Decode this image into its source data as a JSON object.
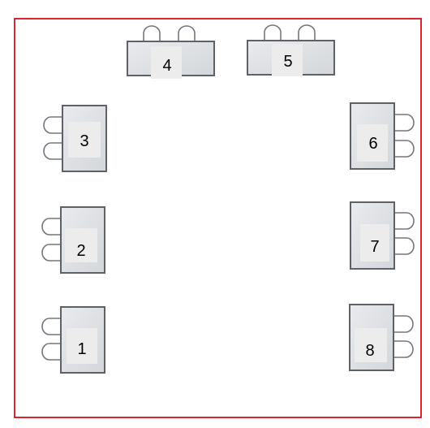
{
  "colors": {
    "room_border": "#d7262d",
    "desk_fill": "#dfe1e4",
    "desk_stroke": "#5e6166",
    "chair_stroke": "#73777d",
    "label_bg": "#ececec"
  },
  "seats": [
    {
      "label": "1"
    },
    {
      "label": "2"
    },
    {
      "label": "3"
    },
    {
      "label": "4"
    },
    {
      "label": "5"
    },
    {
      "label": "6"
    },
    {
      "label": "7"
    },
    {
      "label": "8"
    }
  ]
}
